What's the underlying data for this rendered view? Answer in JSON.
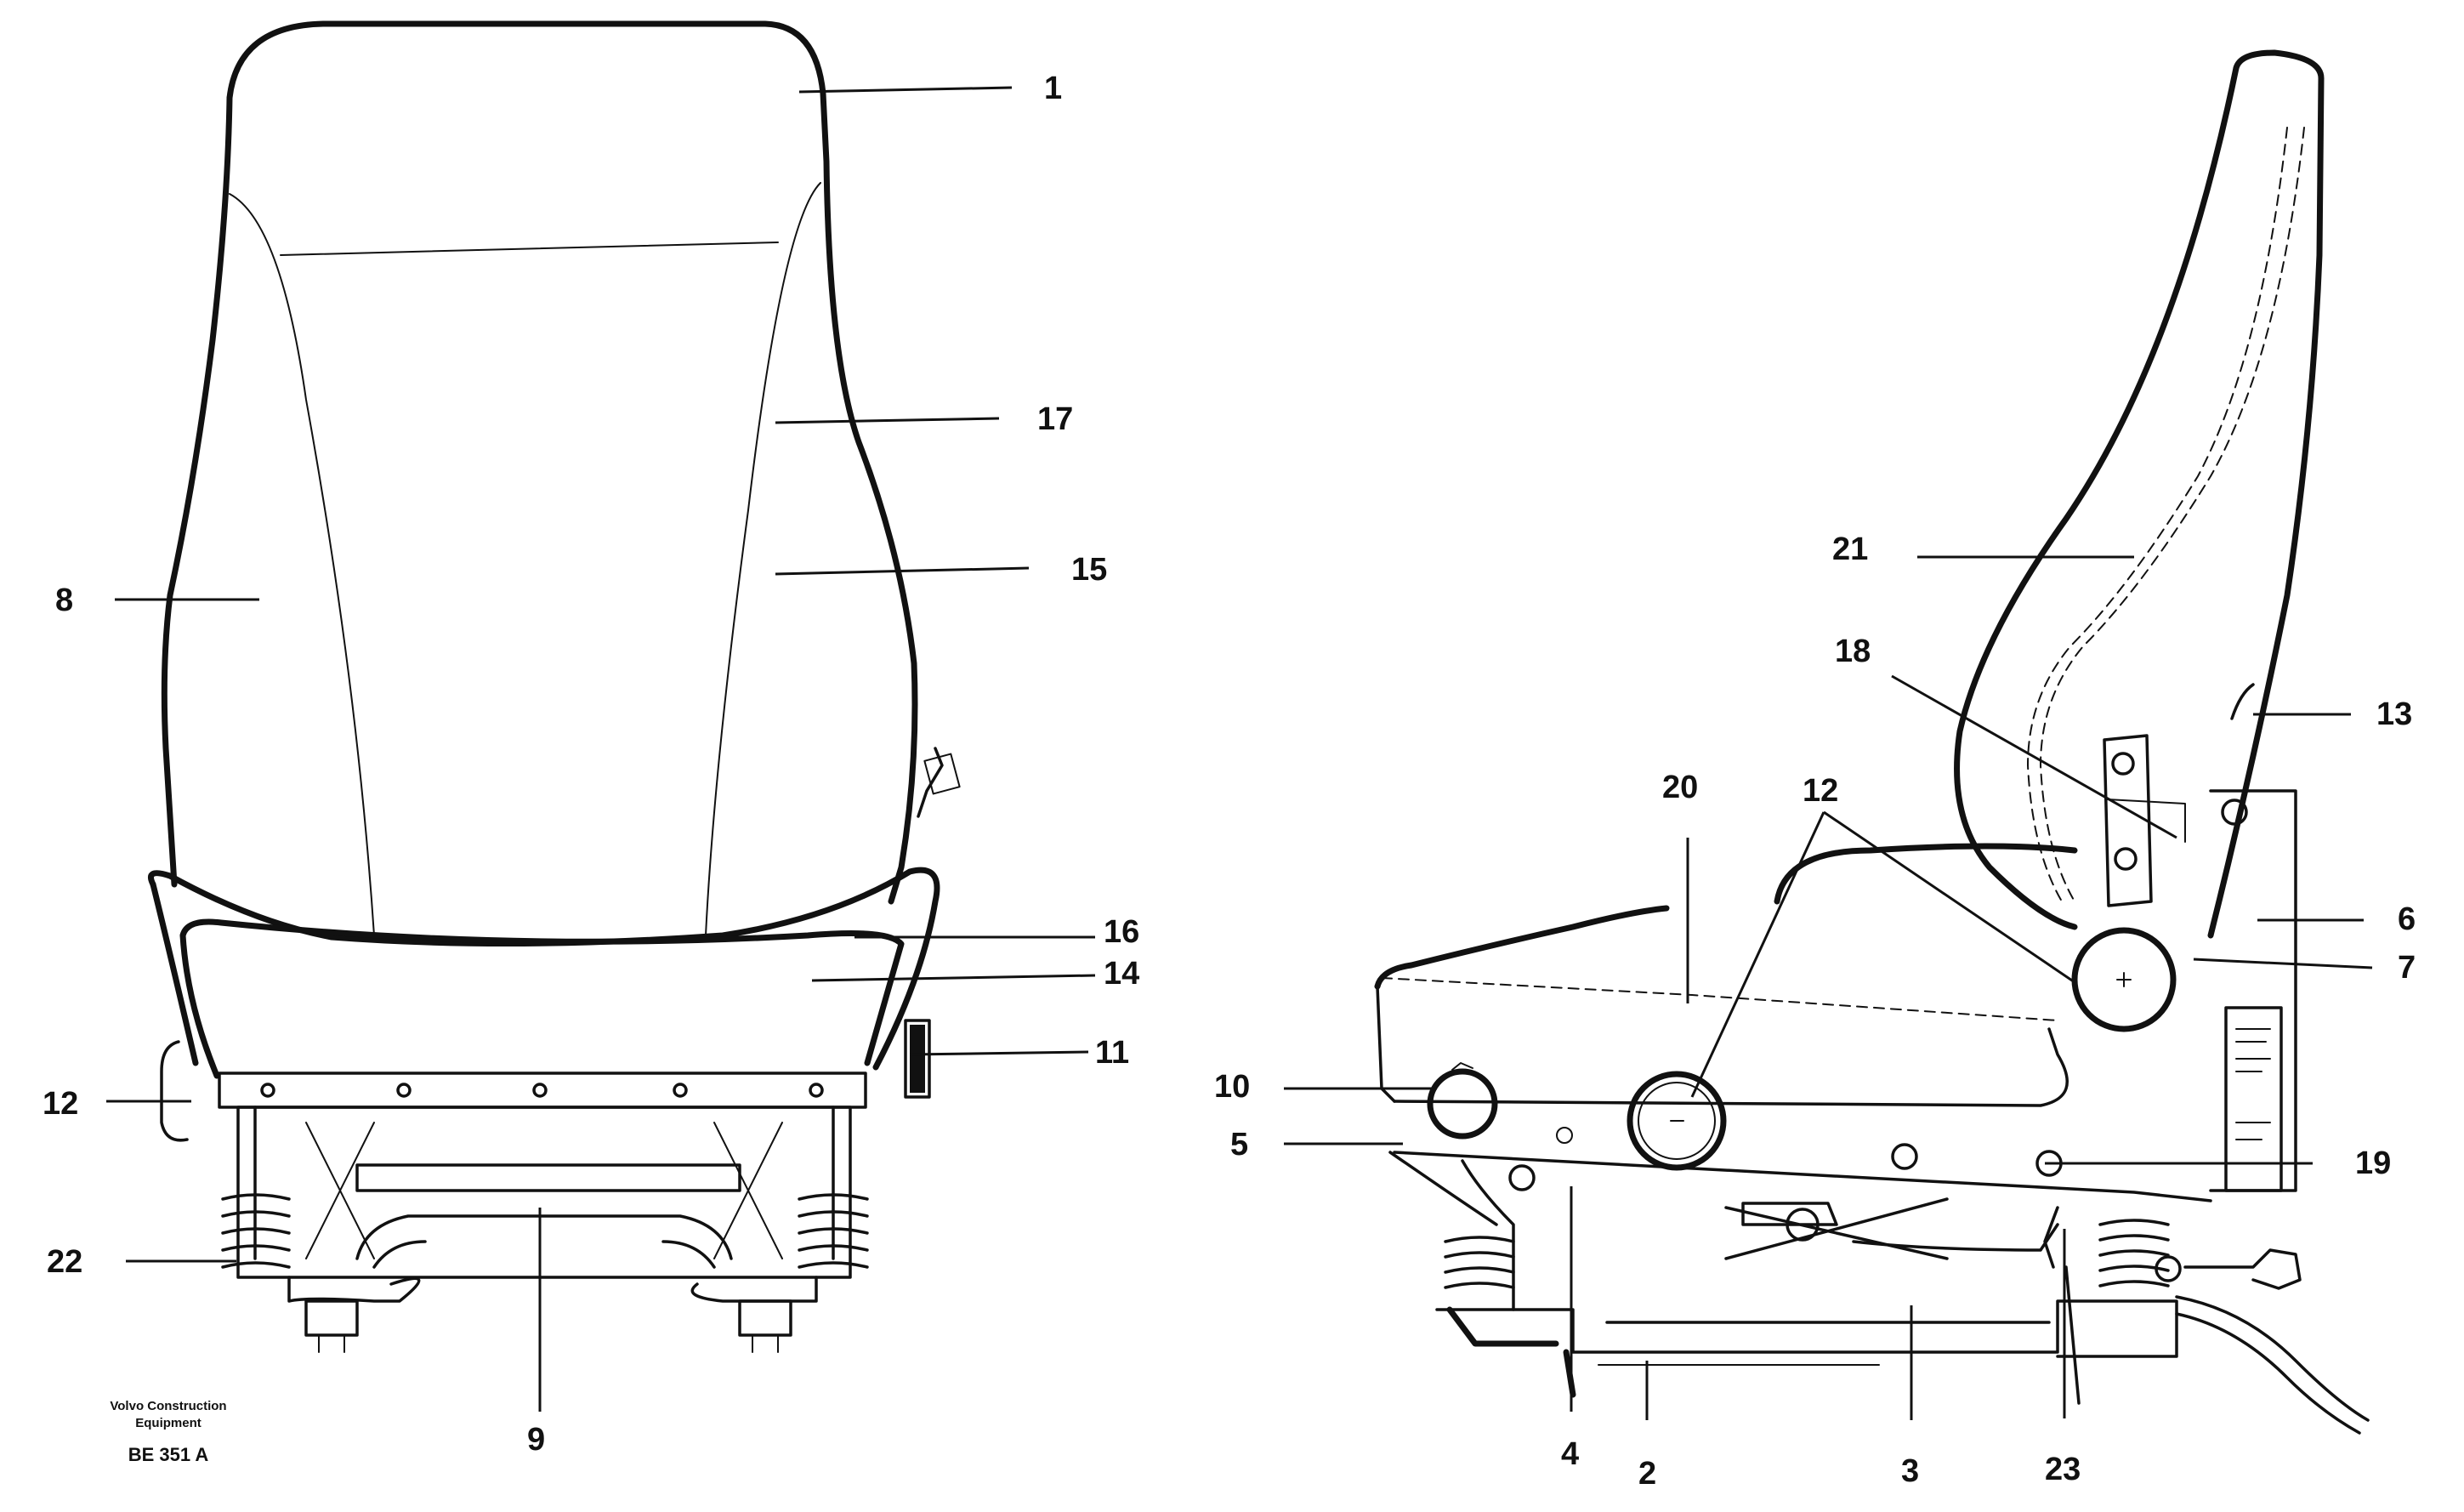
{
  "diagram": {
    "callouts": [
      {
        "id": "front-1",
        "text": "1"
      },
      {
        "id": "front-17",
        "text": "17"
      },
      {
        "id": "front-15",
        "text": "15"
      },
      {
        "id": "front-8",
        "text": "8"
      },
      {
        "id": "front-16",
        "text": "16"
      },
      {
        "id": "front-14",
        "text": "14"
      },
      {
        "id": "front-11",
        "text": "11"
      },
      {
        "id": "front-12",
        "text": "12"
      },
      {
        "id": "front-22",
        "text": "22"
      },
      {
        "id": "front-9",
        "text": "9"
      },
      {
        "id": "side-21",
        "text": "21"
      },
      {
        "id": "side-18",
        "text": "18"
      },
      {
        "id": "side-13",
        "text": "13"
      },
      {
        "id": "side-20",
        "text": "20"
      },
      {
        "id": "side-12",
        "text": "12"
      },
      {
        "id": "side-6",
        "text": "6"
      },
      {
        "id": "side-7",
        "text": "7"
      },
      {
        "id": "side-10",
        "text": "10"
      },
      {
        "id": "side-5",
        "text": "5"
      },
      {
        "id": "side-19",
        "text": "19"
      },
      {
        "id": "side-4",
        "text": "4"
      },
      {
        "id": "side-2",
        "text": "2"
      },
      {
        "id": "side-3",
        "text": "3"
      },
      {
        "id": "side-23",
        "text": "23"
      }
    ],
    "footer": {
      "company_line1": "Volvo Construction",
      "company_line2": "Equipment",
      "drawing_code": "BE 351 A"
    },
    "colors": {
      "ink": "#111111",
      "paper": "#ffffff"
    }
  }
}
